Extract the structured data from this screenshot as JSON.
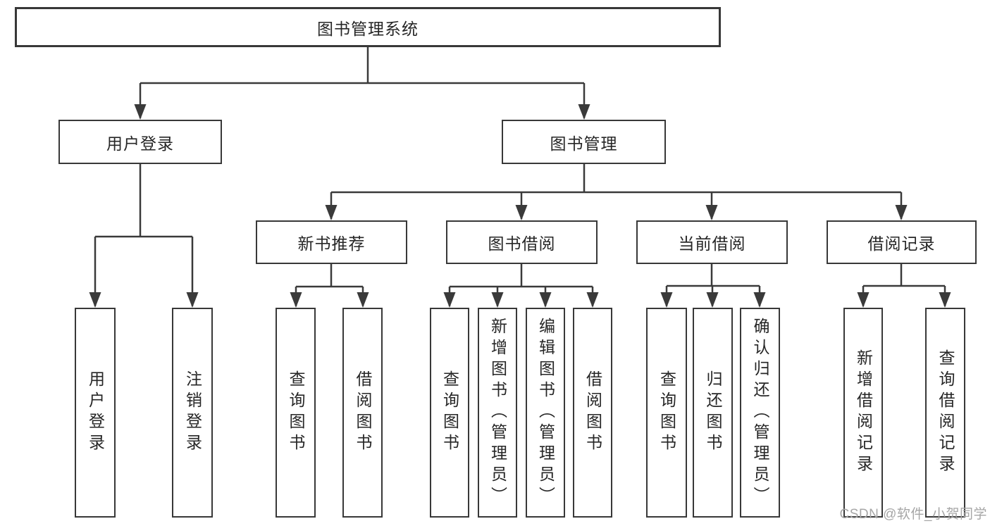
{
  "tree": {
    "root": {
      "label": "图书管理系统",
      "children": [
        {
          "label": "用户登录",
          "children": [
            {
              "label": "用户登录"
            },
            {
              "label": "注销登录"
            }
          ]
        },
        {
          "label": "图书管理",
          "children": [
            {
              "label": "新书推荐",
              "children": [
                {
                  "label": "查询图书"
                },
                {
                  "label": "借阅图书"
                }
              ]
            },
            {
              "label": "图书借阅",
              "children": [
                {
                  "label": "查询图书"
                },
                {
                  "label": "新增图书（管理员）"
                },
                {
                  "label": "编辑图书（管理员）"
                },
                {
                  "label": "借阅图书"
                }
              ]
            },
            {
              "label": "当前借阅",
              "children": [
                {
                  "label": "查询图书"
                },
                {
                  "label": "归还图书"
                },
                {
                  "label": "确认归还（管理员）"
                }
              ]
            },
            {
              "label": "借阅记录",
              "children": [
                {
                  "label": "新增借阅记录"
                },
                {
                  "label": "查询借阅记录"
                }
              ]
            }
          ]
        }
      ]
    }
  },
  "watermark": {
    "text": "CSDN @软件_小贺同学"
  },
  "colors": {
    "line": "#3a3a3a",
    "box_border": "#383838",
    "text": "#262626",
    "watermark": "#a6a6a6",
    "background": "#ffffff"
  }
}
